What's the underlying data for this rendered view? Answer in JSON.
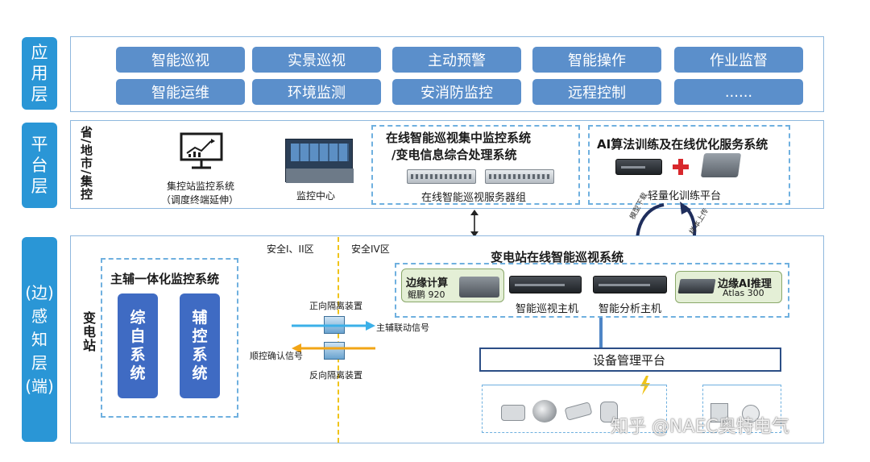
{
  "layers": {
    "app": [
      "应",
      "用",
      "层"
    ],
    "platform": [
      "平",
      "台",
      "层"
    ],
    "sense": [
      "(边)",
      "感",
      "知",
      "层",
      "(端)"
    ]
  },
  "app_items": [
    "智能巡视",
    "实景巡视",
    "主动预警",
    "智能操作",
    "作业监督",
    "智能运维",
    "环境监测",
    "安消防监控",
    "远程控制",
    "......"
  ],
  "platform": {
    "side_label": "省/地市/集控",
    "monitor_sys_line1": "集控站监控系统",
    "monitor_sys_line2": "（调度终端延伸）",
    "monitor_center": "监控中心",
    "central_title_1": "在线智能巡视集中监控系统",
    "central_title_2": "/变电信息综合处理系统",
    "server_group": "在线智能巡视服务器组",
    "ai_title": "AI算法训练及在线优化服务系统",
    "light_training": "轻量化训练平台"
  },
  "cycle": {
    "left": "模型下载",
    "right": "样本上传"
  },
  "sense": {
    "side_label": "变电站",
    "zone_left": "安全I、II区",
    "zone_right": "安全IV区",
    "aux_title": "主辅一体化监控系统",
    "col1": [
      "综",
      "自",
      "系",
      "统"
    ],
    "col2": [
      "辅",
      "控",
      "系",
      "统"
    ],
    "forward_iso": "正向隔离装置",
    "reverse_iso": "反向隔离装置",
    "linkage": "主辅联动信号",
    "confirm": "顺控确认信号",
    "patrol_title": "变电站在线智能巡视系统",
    "edge_compute": "边缘计算",
    "kunpeng": "鲲鹏 920",
    "patrol_host": "智能巡视主机",
    "analysis_host": "智能分析主机",
    "edge_ai": "边缘AI推理",
    "atlas": "Atlas 300",
    "device_platform": "设备管理平台"
  },
  "watermark": "知乎 @NAEC奥特电气",
  "colors": {
    "label_blue": "#2a96d6",
    "pill_blue": "#5b8fcb",
    "col_blue": "#3f6bc3",
    "dashed_blue": "#6fb0df",
    "divider_yellow": "#f0c419",
    "arrow_cyan": "#3bb0e8",
    "arrow_orange": "#f2a516",
    "cross_red": "#d8282c"
  }
}
